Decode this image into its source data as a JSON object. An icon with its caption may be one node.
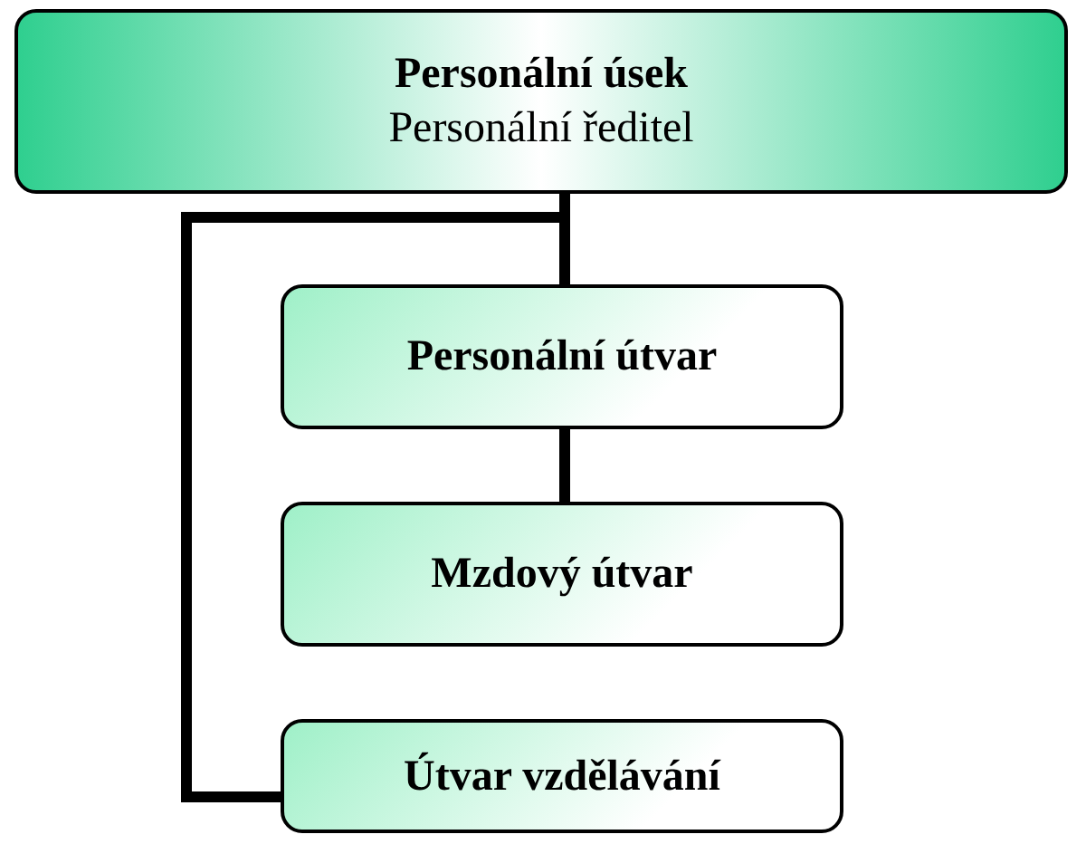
{
  "diagram": {
    "nodes": [
      {
        "text": [
          "Personální úsek",
          "Personální ředitel"
        ]
      },
      {
        "text": [
          "Personální útvar"
        ]
      },
      {
        "text": [
          "Mzdový útvar"
        ]
      },
      {
        "text": [
          "Útvar vzdělávání"
        ]
      }
    ],
    "edges": [
      {
        "from": 0,
        "to": 1,
        "arrow": "none"
      },
      {
        "from": 1,
        "to": 2,
        "arrow": "none"
      },
      {
        "from": 0,
        "to": 3,
        "arrow": "none"
      }
    ]
  }
}
